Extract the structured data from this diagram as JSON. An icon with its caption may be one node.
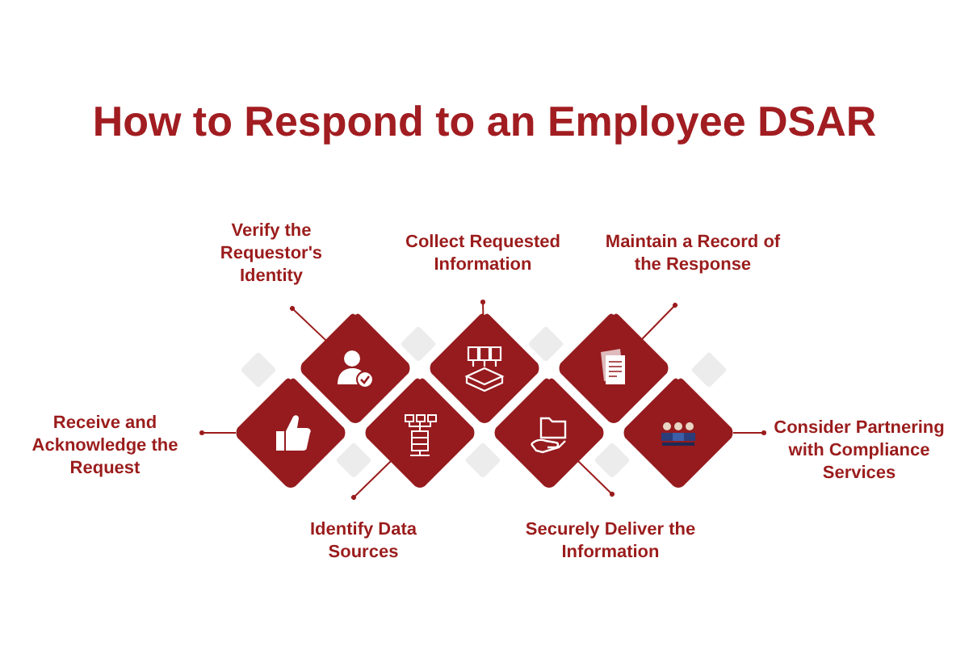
{
  "diagram": {
    "title": "How to Respond to an Employee DSAR",
    "nodes": [
      {
        "text": [
          "Receive and Acknowledge the Request"
        ]
      },
      {
        "text": [
          "Verify the Requestor's Identity"
        ]
      },
      {
        "text": [
          "Identify Data Sources"
        ]
      },
      {
        "text": [
          "Collect Requested Information"
        ]
      },
      {
        "text": [
          "Securely Deliver the Information"
        ]
      },
      {
        "text": [
          "Maintain a Record of the Response"
        ]
      },
      {
        "text": [
          "Consider Partnering with Compliance Services"
        ]
      },
      {
        "text": [],
        "shape": "diamond"
      },
      {
        "text": [],
        "shape": "diamond"
      },
      {
        "text": [],
        "shape": "diamond"
      },
      {
        "text": [],
        "shape": "diamond"
      },
      {
        "text": [],
        "shape": "diamond"
      },
      {
        "text": [],
        "shape": "diamond"
      },
      {
        "text": [],
        "shape": "diamond"
      }
    ],
    "edges": [
      {
        "from": 0,
        "to": 7,
        "arrow": "other"
      },
      {
        "from": 1,
        "to": 8,
        "arrow": "other"
      },
      {
        "from": 2,
        "to": 9,
        "arrow": "other"
      },
      {
        "from": 3,
        "to": 10,
        "arrow": "other"
      },
      {
        "from": 4,
        "to": 11,
        "arrow": "other"
      },
      {
        "from": 5,
        "to": 12,
        "arrow": "other"
      },
      {
        "from": 6,
        "to": 13,
        "arrow": "other"
      }
    ]
  }
}
